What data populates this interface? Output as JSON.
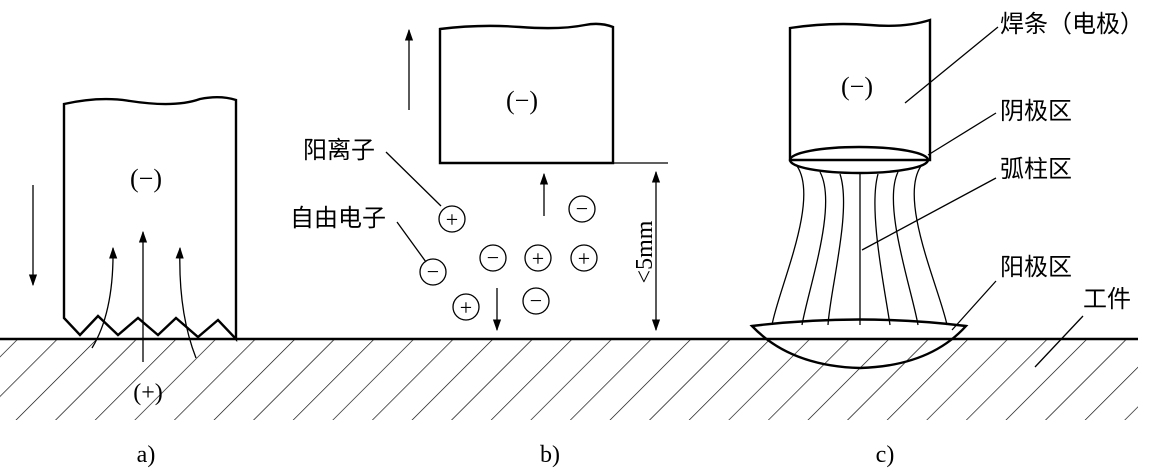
{
  "panel_a": {
    "caption": "a)",
    "electrode_sign": "(−)",
    "workpiece_sign": "(+)"
  },
  "panel_b": {
    "caption": "b)",
    "electrode_sign": "(−)",
    "positive_ion_label": "阳离子",
    "free_electron_label": "自由电子",
    "gap_label": "<5mm",
    "plus_symbol": "+",
    "minus_symbol": "−"
  },
  "panel_c": {
    "caption": "c)",
    "electrode_sign": "(−)",
    "electrode_label": "焊条（电极）",
    "cathode_label": "阴极区",
    "arc_column_label": "弧柱区",
    "anode_label": "阳极区",
    "workpiece_label": "工件"
  }
}
